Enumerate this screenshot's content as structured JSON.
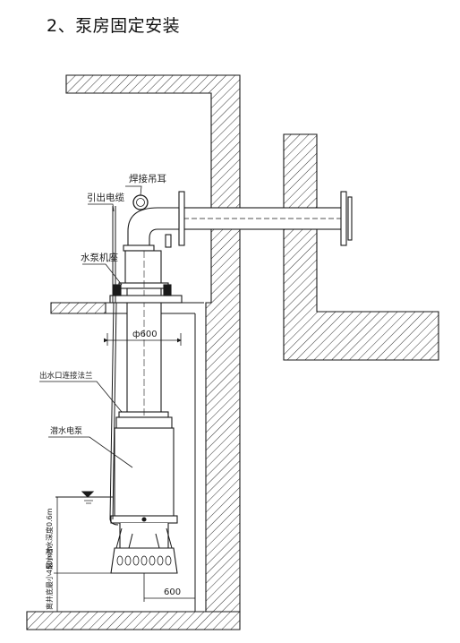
{
  "heading": "2、泵房固定安装",
  "labels": {
    "lifting_lug": "焊接吊耳",
    "cable_out": "引出电缆",
    "pump_base": "水泵机座",
    "diameter": "ф600",
    "outlet_flange": "出水口连接法兰",
    "submersible_pump": "潜水电泵",
    "min_submergence": "最小潜水深度0.6m",
    "min_clearance": "离井底最小450mm",
    "wall_distance": "600"
  },
  "colors": {
    "line": "#1a1a1a",
    "hatch": "#333333"
  }
}
